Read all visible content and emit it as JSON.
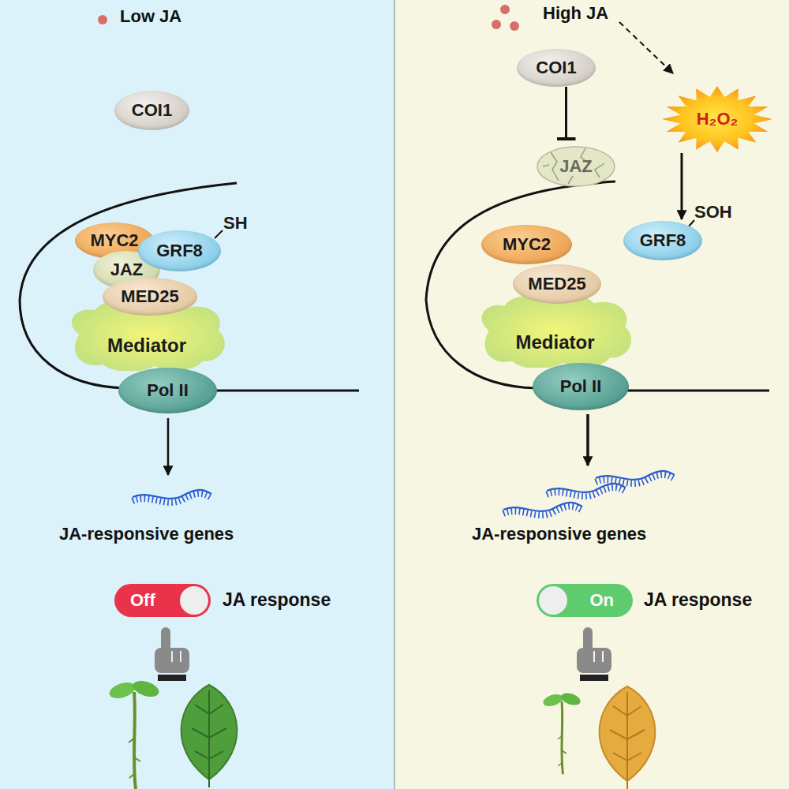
{
  "diagram": {
    "nodes": [
      {
        "text": [
          "COI1"
        ]
      },
      {
        "text": [
          "MYC2"
        ]
      },
      {
        "text": [
          "GRF8",
          "SH"
        ]
      },
      {
        "text": [
          "JAZ"
        ]
      },
      {
        "text": [
          "MED25"
        ]
      },
      {
        "text": [
          "Mediator"
        ]
      },
      {
        "text": [
          "Pol II"
        ]
      },
      {
        "text": [
          "Off"
        ]
      },
      {
        "text": [
          "COI1"
        ]
      },
      {
        "text": [
          "H₂O₂"
        ]
      },
      {
        "text": [
          "JAZ"
        ]
      },
      {
        "text": [
          "GRF8",
          "SOH"
        ]
      },
      {
        "text": [
          "MYC2"
        ]
      },
      {
        "text": [
          "MED25"
        ]
      },
      {
        "text": [
          "Mediator"
        ]
      },
      {
        "text": [
          "Pol II"
        ]
      },
      {
        "text": [
          "On"
        ]
      }
    ],
    "edges": [
      {
        "from": 8,
        "to": 10,
        "arrow": "to"
      },
      {
        "from": 9,
        "to": 11,
        "arrow": "to"
      }
    ],
    "labels": [
      "Low JA",
      "High JA",
      "JA-responsive genes",
      "JA-responsive genes",
      "JA response",
      "JA response"
    ]
  }
}
